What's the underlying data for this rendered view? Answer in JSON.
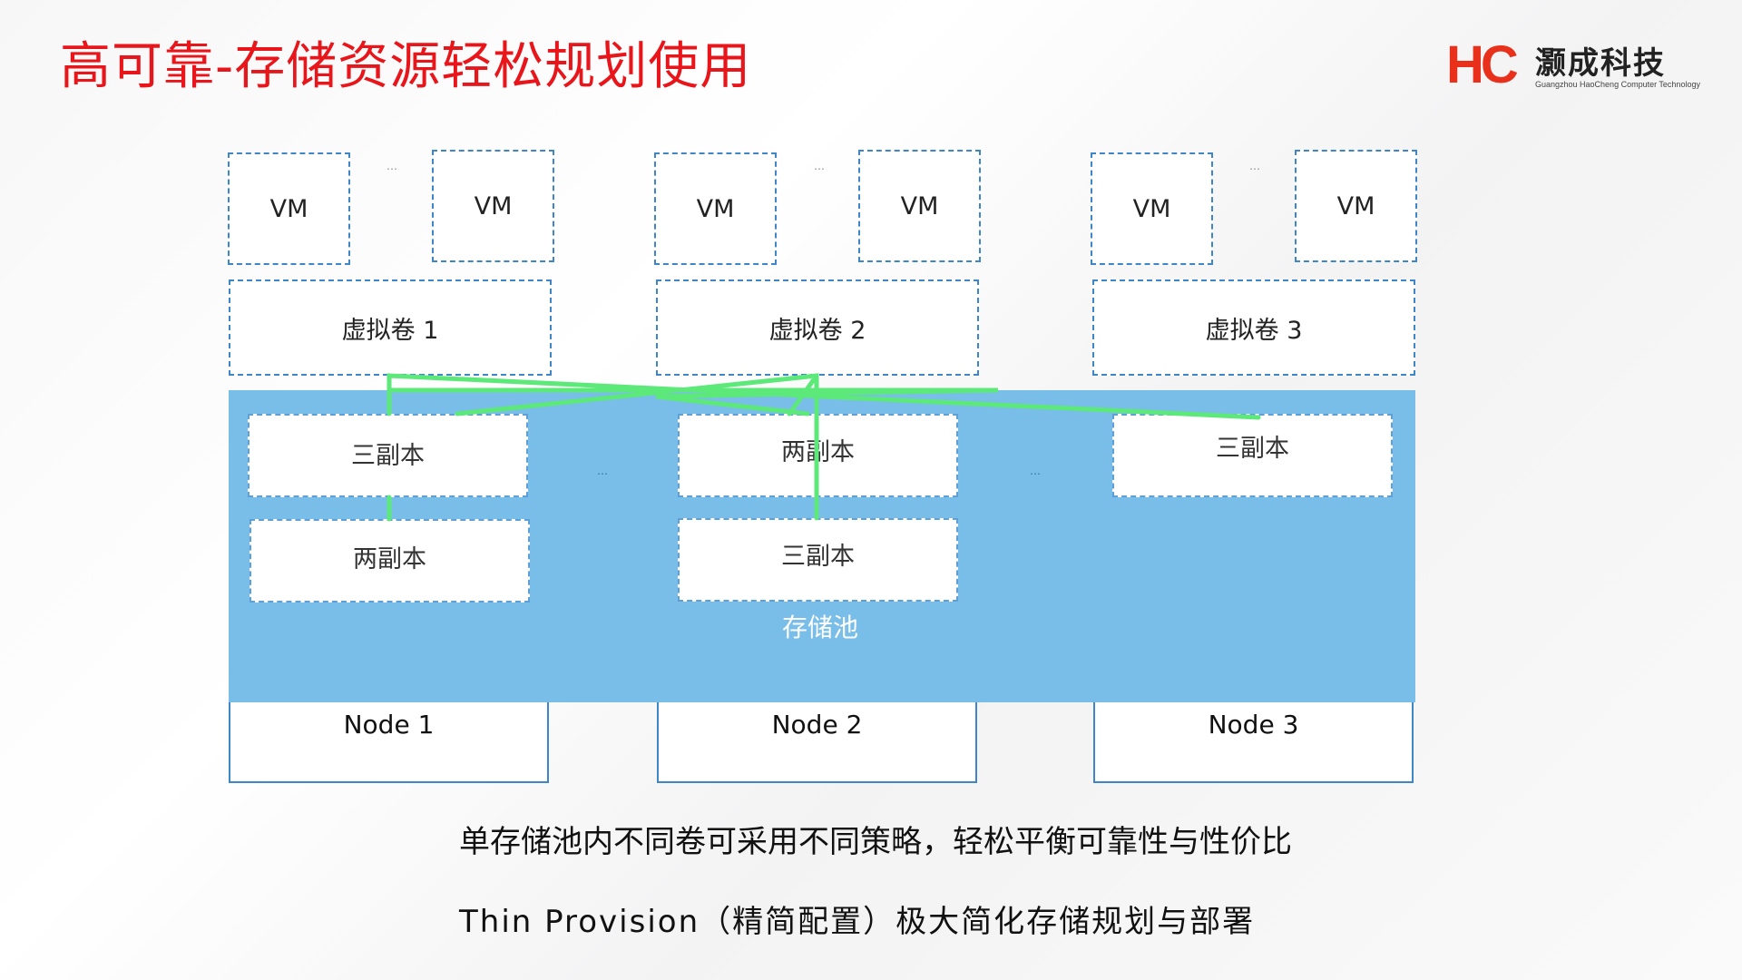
{
  "title": "高可靠-存储资源轻松规划使用",
  "logo": {
    "mark": "HC",
    "name_cn": "灏成科技",
    "name_en": "Guangzhou HaoCheng Computer Technology"
  },
  "colors": {
    "title_red": "#e8151b",
    "pool_blue": "#79bde9",
    "border_blue": "#3f86c8",
    "link_green": "#5de87a"
  },
  "vm_label": "VM",
  "vm_separator": "…",
  "volumes": [
    "虚拟卷 1",
    "虚拟卷 2",
    "虚拟卷 3"
  ],
  "nodes": [
    {
      "label": "Node 1",
      "replicas": [
        "三副本",
        "两副本"
      ]
    },
    {
      "label": "Node 2",
      "replicas": [
        "两副本",
        "三副本"
      ]
    },
    {
      "label": "Node 3",
      "replicas": [
        "三副本"
      ]
    }
  ],
  "pool_label": "存储池",
  "pool_separator": "…",
  "captions": [
    "单存储池内不同卷可采用不同策略，轻松平衡可靠性与性价比",
    "Thin Provision（精简配置）极大简化存储规划与部署"
  ]
}
